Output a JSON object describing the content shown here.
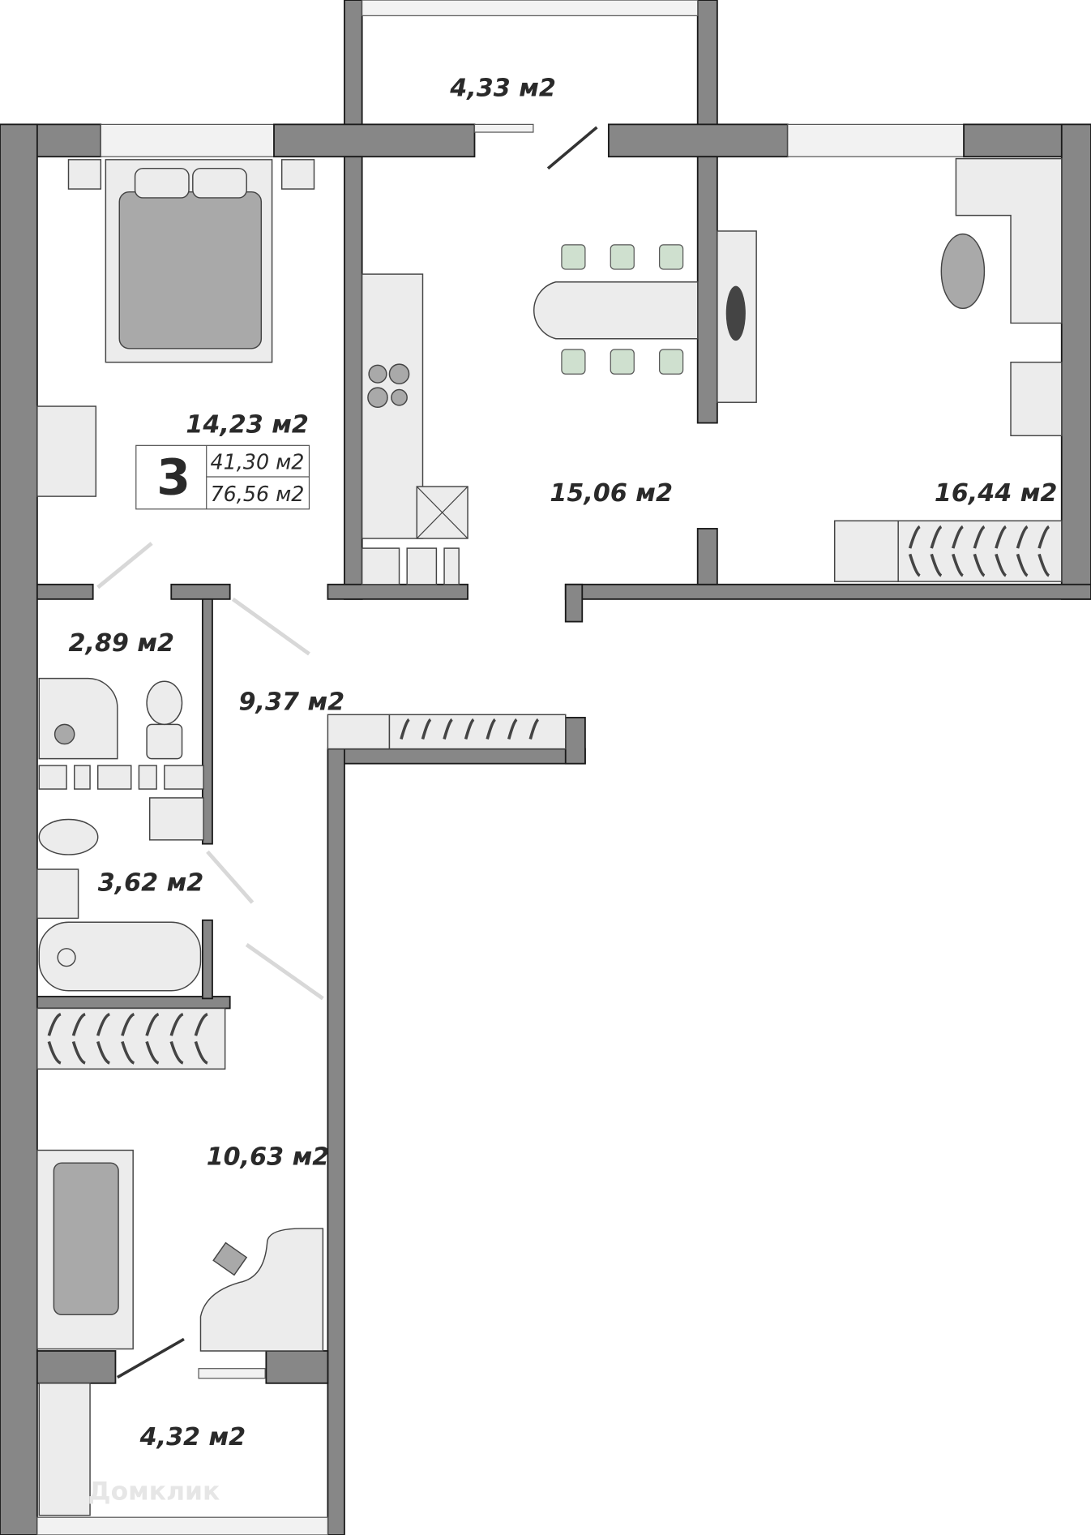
{
  "plan": {
    "rooms": {
      "balcony_top": "4,33 м2",
      "bedroom": "14,23 м2",
      "kitchen": "15,06 м2",
      "living": "16,44 м2",
      "bathroom_small": "2,89 м2",
      "hall": "9,37 м2",
      "bathroom": "3,62 м2",
      "bedroom2": "10,63 м2",
      "balcony_bottom": "4,32 м2"
    },
    "summary": {
      "rooms_count": "3",
      "living_area": "41,30 м2",
      "total_area": "76,56 м2"
    },
    "watermark": "Домклик",
    "colors": {
      "wall": "#878787",
      "furniture": "#ececec",
      "chairs": "#cfe0cf"
    }
  }
}
